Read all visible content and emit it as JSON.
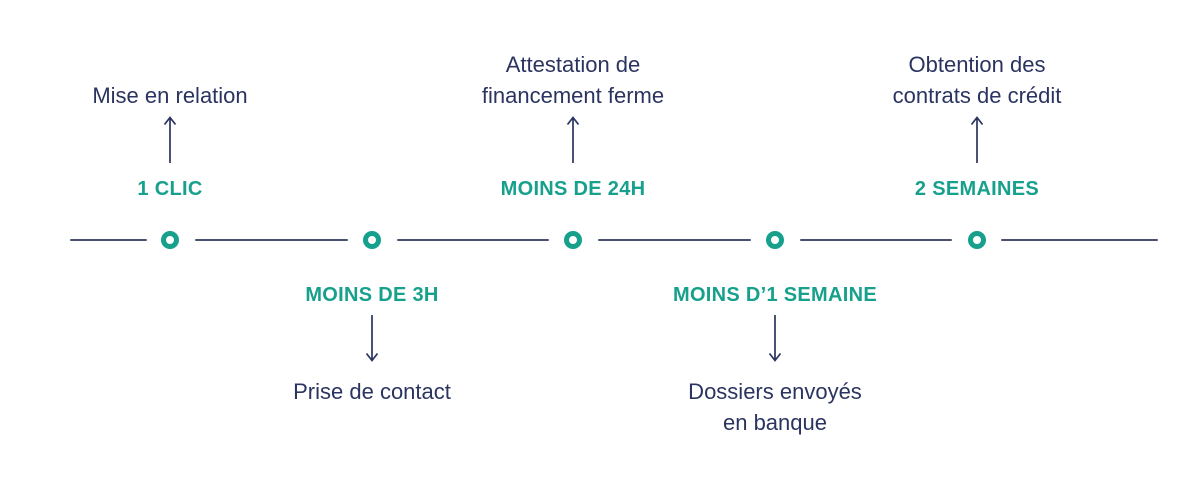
{
  "colors": {
    "accent_teal": "#17a08c",
    "text_navy": "#2b3460",
    "line_navy": "#4a5170",
    "background": "#ffffff"
  },
  "timeline": {
    "nodes": [
      {
        "duration": "1 CLIC",
        "description": "Mise en relation",
        "label_position": "above"
      },
      {
        "duration": "MOINS DE 3H",
        "description": "Prise de contact",
        "label_position": "below"
      },
      {
        "duration": "MOINS DE 24H",
        "description": "Attestation de\nfinancement ferme",
        "label_position": "above"
      },
      {
        "duration": "MOINS D’1 SEMAINE",
        "description": "Dossiers envoyés\nen banque",
        "label_position": "below"
      },
      {
        "duration": "2 SEMAINES",
        "description": "Obtention des\ncontrats de crédit",
        "label_position": "above"
      }
    ]
  }
}
